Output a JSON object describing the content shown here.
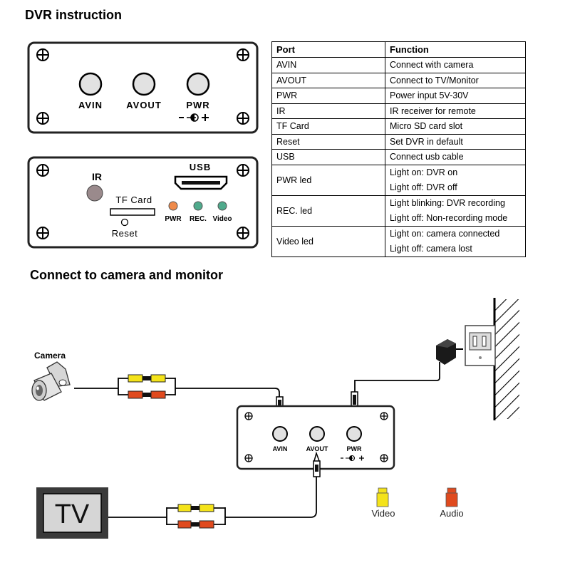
{
  "title": "DVR instruction",
  "subtitle": "Connect to camera and monitor",
  "front_panel": {
    "ports": [
      "AVIN",
      "AVOUT",
      "PWR"
    ],
    "pwr_polarity": "- -◐- +"
  },
  "back_panel": {
    "ir_label": "IR",
    "usb_label": "USB",
    "tf_label": "TF Card",
    "reset_label": "Reset",
    "leds": [
      {
        "label": "PWR",
        "color": "#ef8a4a"
      },
      {
        "label": "REC.",
        "color": "#4faa8c"
      },
      {
        "label": "Video",
        "color": "#4faa8c"
      }
    ]
  },
  "table": {
    "headers": [
      "Port",
      "Function"
    ],
    "rows": [
      {
        "port": "AVIN",
        "functions": [
          "Connect with camera"
        ]
      },
      {
        "port": "AVOUT",
        "functions": [
          "Connect to TV/Monitor"
        ]
      },
      {
        "port": "PWR",
        "functions": [
          "Power input 5V-30V"
        ]
      },
      {
        "port": "IR",
        "functions": [
          "IR receiver for remote"
        ]
      },
      {
        "port": "TF Card",
        "functions": [
          "Micro SD card slot"
        ]
      },
      {
        "port": "Reset",
        "functions": [
          "Set DVR in default"
        ]
      },
      {
        "port": "USB",
        "functions": [
          "Connect usb cable"
        ]
      },
      {
        "port": "PWR led",
        "functions": [
          "Light on: DVR on",
          "Light off: DVR off"
        ]
      },
      {
        "port": "REC. led",
        "functions": [
          "Light blinking: DVR recording",
          "Light off: Non-recording mode"
        ]
      },
      {
        "port": "Video led",
        "functions": [
          "Light on: camera connected",
          "Light off: camera lost"
        ]
      }
    ]
  },
  "diagram": {
    "camera_label": "Camera",
    "tv_label": "TV",
    "ports": [
      "AVIN",
      "AVOUT",
      "PWR"
    ],
    "pwr_polarity": "- -◐- +",
    "legend": [
      {
        "label": "Video",
        "color": "#f4e31a"
      },
      {
        "label": "Audio",
        "color": "#e04a1e"
      }
    ]
  }
}
